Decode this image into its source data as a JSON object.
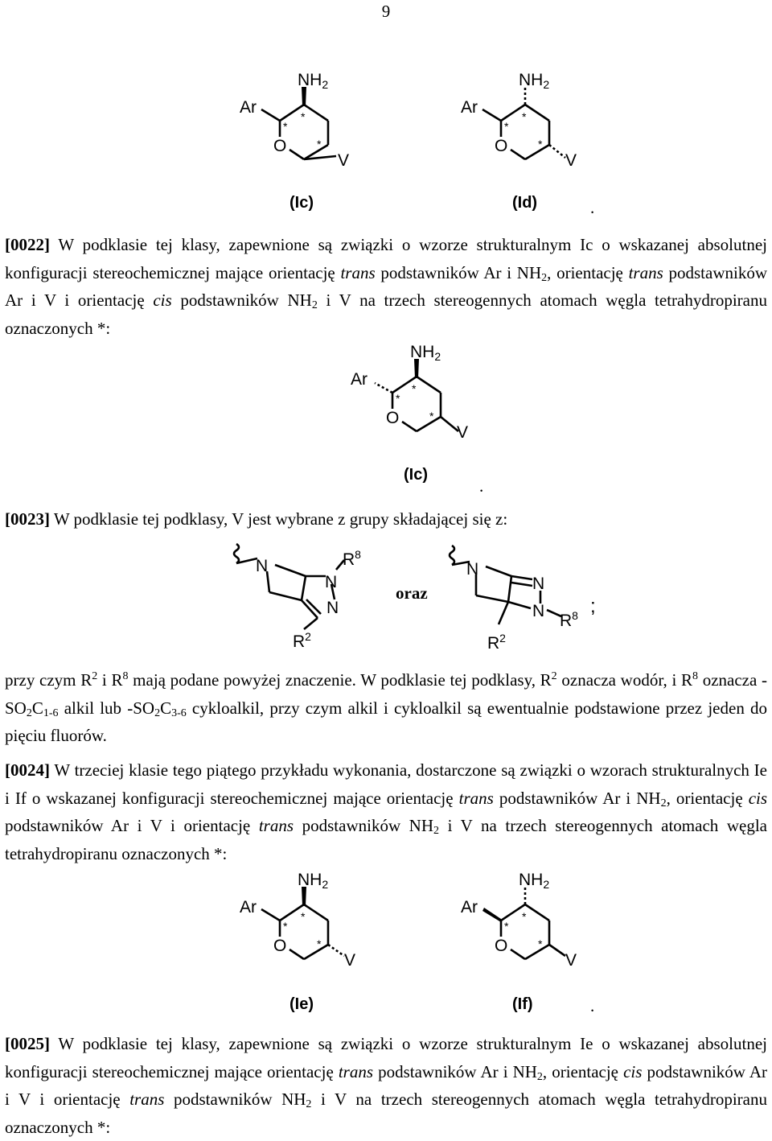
{
  "page_number": "9",
  "structures": {
    "ar": "Ar",
    "nh": "NH",
    "two": "2",
    "o": "O",
    "v": "V",
    "n": "N",
    "r": "R",
    "star": "*",
    "sup2": "2",
    "sup8": "8",
    "label_ic": "(Ic)",
    "label_id": "(Id)",
    "label_ie": "(Ie)",
    "label_if": "(If)",
    "oraz": "oraz",
    "semicolon": ";",
    "period": "."
  },
  "p22": {
    "tag": "[0022]",
    "t1": " W podklasie tej klasy, zapewnione są związki o wzorze strukturalnym Ic o wskazanej absolutnej konfiguracji stereochemicznej mające orientację ",
    "trans": "trans",
    "t2": " podstawników Ar i NH",
    "sub2": "2",
    "t3": ", orientację ",
    "t4": " podstawników Ar i V i orientację ",
    "cis": "cis",
    "t5": " podstawników NH",
    "t6": " i V na trzech stereogennych atomach węgla tetrahydropiranu oznaczonych *:"
  },
  "p23": {
    "tag": "[0023]",
    "t1": " W podklasie tej podklasy, V jest wybrane z grupy składającej się z:"
  },
  "p23b": {
    "t1": "przy czym R",
    "sup2": "2",
    "t2": " i R",
    "sup8": "8",
    "t3": " mają podane powyżej znaczenie. W podklasie tej podklasy, R",
    "t4": " oznacza wodór, i R",
    "t5": " oznacza -SO",
    "sub2": "2",
    "t6": "C",
    "sub16": "1-6",
    "t7": " alkil lub -SO",
    "sub36": "3-6",
    "t8": " cykloalkil, przy czym alkil i cykloalkil są ewentualnie podstawione przez jeden do pięciu fluorów."
  },
  "p24": {
    "tag": "[0024]",
    "t1": " W trzeciej klasie tego piątego przykładu wykonania, dostarczone są związki o wzorach strukturalnych Ie i If o wskazanej konfiguracji stereochemicznej mające orientację ",
    "trans": "trans",
    "t2": " podstawników Ar i NH",
    "sub2": "2",
    "t3": ", orientację ",
    "cis": "cis",
    "t4": " podstawników Ar i V i orientację ",
    "t5": " podstawników NH",
    "t6": " i V na trzech stereogennych atomach węgla tetrahydropiranu oznaczonych *:"
  },
  "p25": {
    "tag": "[0025]",
    "t1": " W podklasie tej klasy, zapewnione są związki o wzorze strukturalnym Ie o wskazanej absolutnej konfiguracji stereochemicznej mające orientację ",
    "trans": "trans",
    "t2": " podstawników Ar i NH",
    "sub2": "2",
    "t3": ", orientację ",
    "cis": "cis",
    "t4": " podstawników Ar i V i orientację ",
    "t5": " podstawników NH",
    "t6": " i V na trzech stereogennych atomach węgla tetrahydropiranu oznaczonych *:"
  }
}
